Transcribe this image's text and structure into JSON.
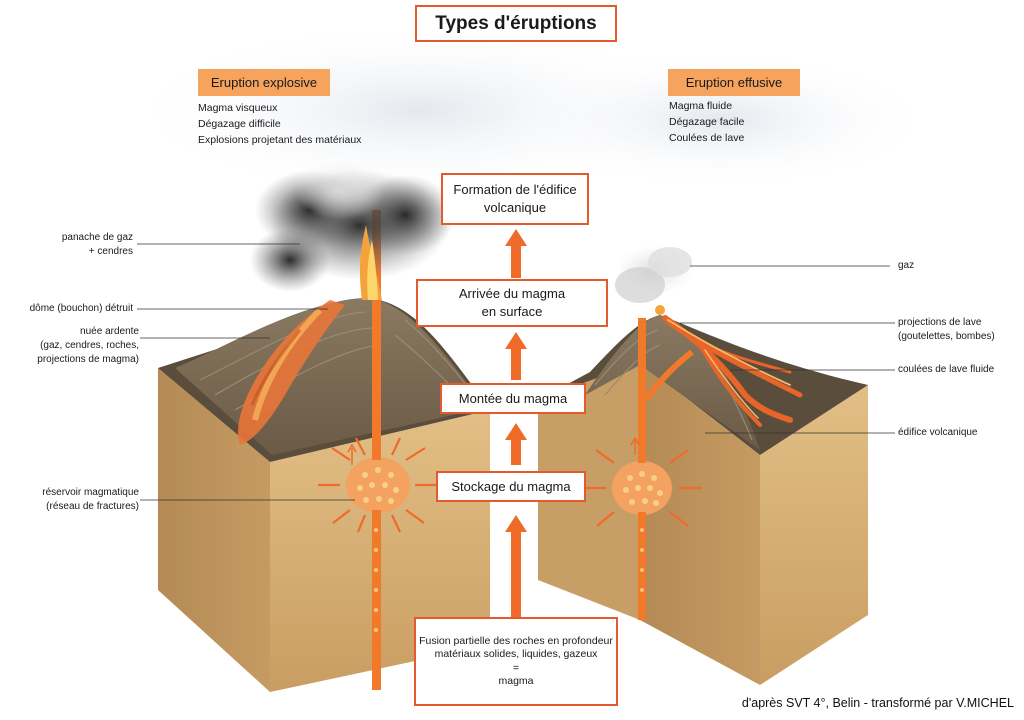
{
  "title": "Types d'éruptions",
  "stages": {
    "formation": [
      "Formation de l'édifice",
      "volcanique"
    ],
    "arrivee": [
      "Arrivée du magma",
      "en surface"
    ],
    "montee": "Montée du magma",
    "stockage": "Stockage du magma",
    "fusion": [
      "Fusion partielle des roches en profondeur",
      "matériaux solides, liquides, gazeux",
      "=",
      "magma"
    ]
  },
  "explosive": {
    "title": "Eruption explosive",
    "properties": [
      "Magma visqueux",
      "Dégazage difficile",
      "Explosions projetant des matériaux"
    ],
    "labels": {
      "panache": [
        "panache de gaz",
        "+ cendres"
      ],
      "dome": [
        "dôme (bouchon) détruit"
      ],
      "nuee": [
        "nuée ardente",
        "(gaz, cendres, roches,",
        "projections de magma)"
      ],
      "reservoir": [
        "réservoir magmatique",
        "(réseau de fractures)"
      ]
    }
  },
  "effusive": {
    "title": "Eruption effusive",
    "properties": [
      "Magma fluide",
      "Dégazage facile",
      "Coulées de lave"
    ],
    "labels": {
      "gaz": [
        "gaz"
      ],
      "projections": [
        "projections de lave",
        "(goutelettes, bombes)"
      ],
      "coulees": [
        "coulées de lave fluide"
      ],
      "edifice": [
        "édifice volcanique"
      ]
    }
  },
  "credit": "d'après SVT 4°, Belin - transformé par V.MICHEL",
  "colors": {
    "accent": "#e35a2c",
    "tag": "#f6a35d",
    "arrow": "#f06a2a",
    "magma": "#f07a2a",
    "block": "#d9b27a"
  }
}
